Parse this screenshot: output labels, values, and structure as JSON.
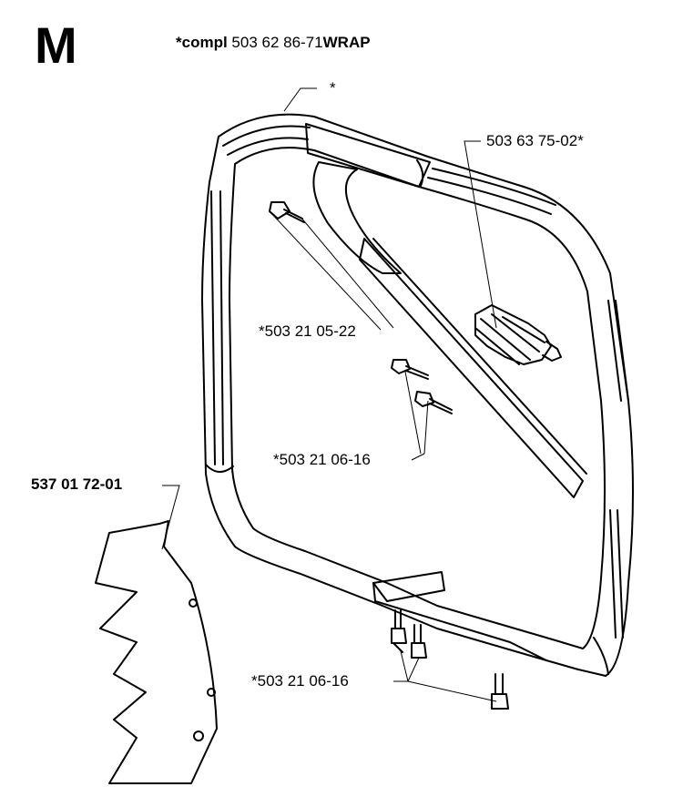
{
  "header": {
    "section_letter": "M",
    "assembly_prefix": "*compl",
    "assembly_number": "503 62 86-71",
    "assembly_suffix": "WRAP"
  },
  "parts": [
    {
      "id": "star",
      "label": "*"
    },
    {
      "id": "handle-grip",
      "label": "503 63 75-02*"
    },
    {
      "id": "screw-upper",
      "label": "*503 21 05-22"
    },
    {
      "id": "screw-mid",
      "label": "*503 21 06-16"
    },
    {
      "id": "heat-shield",
      "label": "537 01 72-01"
    },
    {
      "id": "screw-bottom",
      "label": "*503 21 06-16"
    }
  ]
}
